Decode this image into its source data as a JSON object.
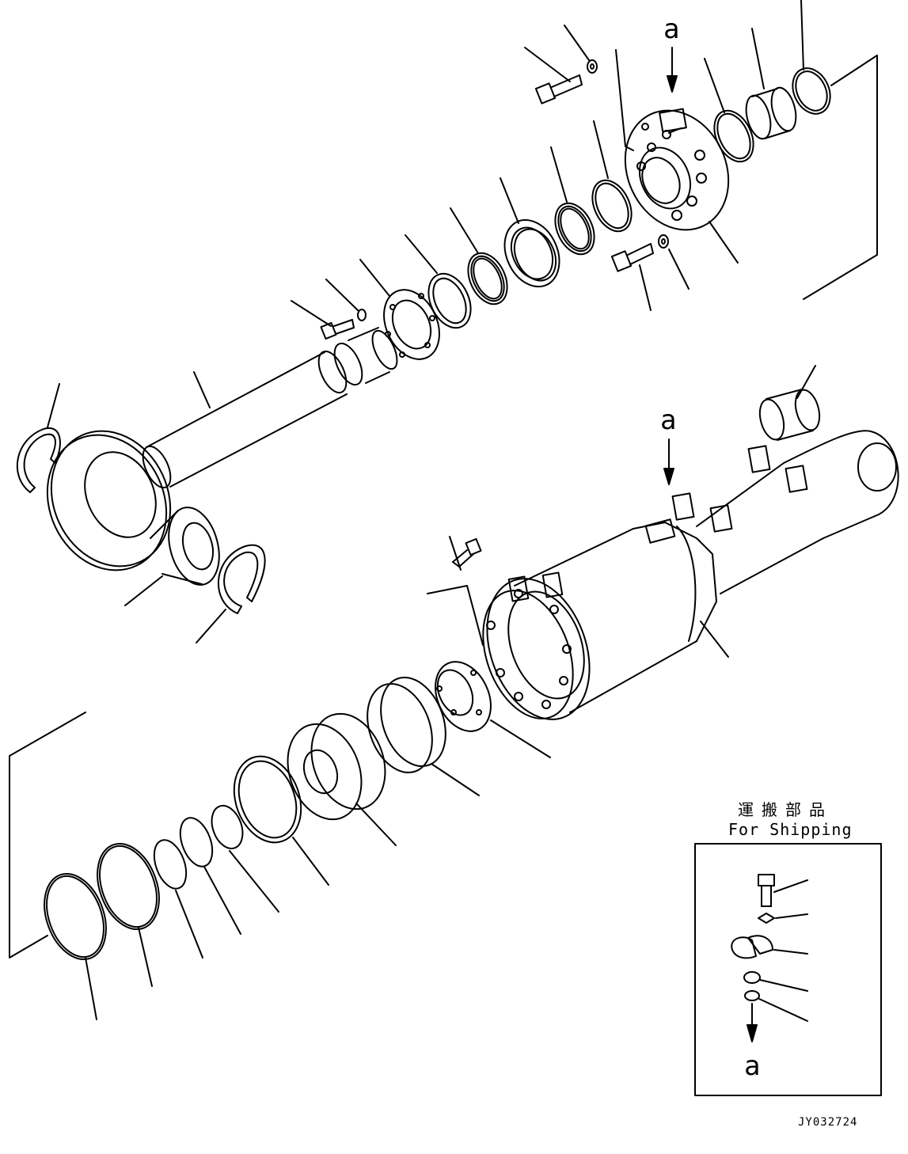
{
  "diagram": {
    "callout_upper": "a",
    "callout_lower": "a",
    "inset": {
      "title_jp": "運搬部品",
      "title_en": "For Shipping",
      "callout": "a"
    },
    "drawing_code": "JY032724"
  }
}
